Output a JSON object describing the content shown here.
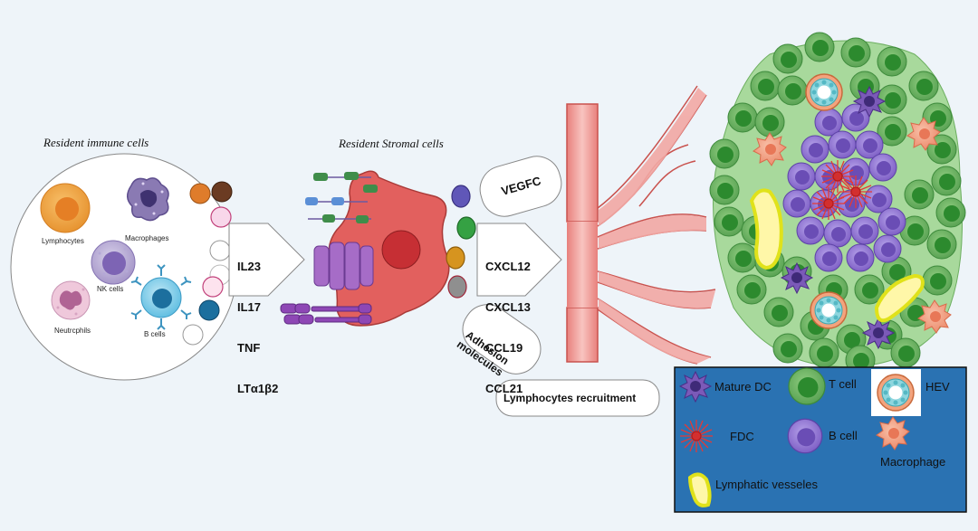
{
  "immune": {
    "title": "Resident immune cells",
    "lymphocytes": "Lymphocytes",
    "macrophages": "Macrophages",
    "nk_cells": "NK cells",
    "neutrophils": "Neutrcphils",
    "b_cells": "B cells"
  },
  "cytokines": [
    "IL23",
    "IL17",
    "TNF",
    "LTα1β2"
  ],
  "stromal": {
    "title": "Resident Stromal cells"
  },
  "chemokines": [
    "CXCL12",
    "CXCL13",
    "CCL19",
    "CCL21"
  ],
  "vegfc": "VEGFC",
  "adhesion": [
    "Adhesion",
    "molecules"
  ],
  "recruitment": "Lymphocytes recruitment",
  "legend": {
    "mature_dc": "Mature DC",
    "t_cell": "T cell",
    "hev": "HEV",
    "fdc": "FDC",
    "b_cell": "B cell",
    "macrophage": "Macrophage",
    "lymphatic": "Lymphatic vesseles"
  },
  "colors": {
    "background": "#eef4f9",
    "stromal_cell": "#e2605e",
    "vessel": "#f2a8a4",
    "t_cell": "#5aa354",
    "b_cell": "#8a6cc8",
    "legend_box": "#2a72b2"
  }
}
